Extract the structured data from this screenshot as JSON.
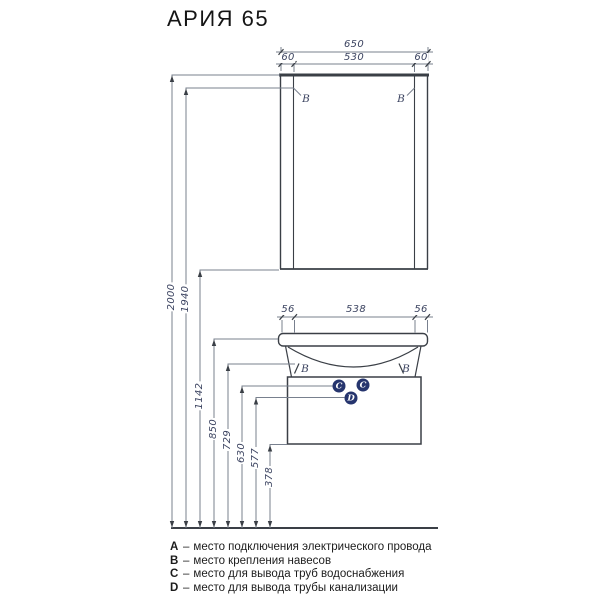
{
  "title": "АРИЯ 65",
  "colors": {
    "outline": "#3a3f46",
    "dimension_line": "#78808e",
    "dimension_text": "#3c4461",
    "marker_background": "#26356e",
    "marker_text": "#ffffff",
    "legend_text": "#1c1c1c"
  },
  "dimensions": {
    "mirror_total_width": "650",
    "mirror_widths": [
      "60",
      "530",
      "60"
    ],
    "basin_widths": [
      "56",
      "538",
      "56"
    ],
    "heights": [
      "2000",
      "1940",
      "1142",
      "850",
      "729",
      "630",
      "577",
      "378"
    ]
  },
  "markers": {
    "mirror_mounts": [
      "B",
      "B"
    ],
    "basin_mounts": [
      "B",
      "B"
    ],
    "water_supply": [
      "C",
      "C"
    ],
    "drain": "D"
  },
  "legend": {
    "separator": "–",
    "items": [
      {
        "key": "A",
        "desc": "место подключения электрического провода"
      },
      {
        "key": "B",
        "desc": "место крепления навесов"
      },
      {
        "key": "C",
        "desc": "место для вывода труб водоснабжения"
      },
      {
        "key": "D",
        "desc": "место для вывода трубы канализации"
      }
    ]
  }
}
